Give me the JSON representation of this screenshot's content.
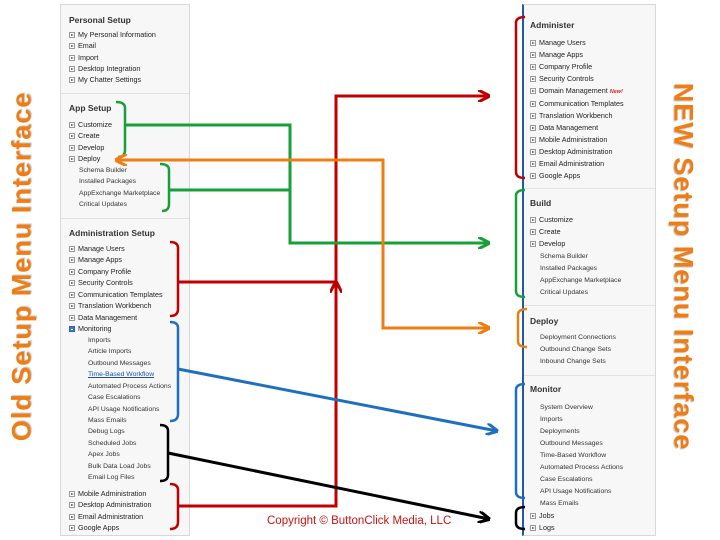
{
  "titles": {
    "old": "Old Setup Menu Interface",
    "new": "NEW Setup Menu Interface"
  },
  "copyright": "Copyright © ButtonClick Media, LLC",
  "old_menu": {
    "personal_setup": {
      "title": "Personal Setup",
      "items": [
        "My Personal Information",
        "Email",
        "Import",
        "Desktop Integration",
        "My Chatter Settings"
      ]
    },
    "app_setup": {
      "title": "App Setup",
      "items": [
        "Customize",
        "Create",
        "Develop",
        "Deploy"
      ],
      "subitems": [
        "Schema Builder",
        "Installed Packages",
        "AppExchange Marketplace",
        "Critical Updates"
      ]
    },
    "administration_setup": {
      "title": "Administration Setup",
      "items": [
        "Manage Users",
        "Manage Apps",
        "Company Profile",
        "Security Controls",
        "Communication Templates",
        "Translation Workbench",
        "Data Management"
      ],
      "monitoring": "Monitoring",
      "monitoring_items": [
        "Imports",
        "Article Imports",
        "Outbound Messages",
        "Time-Based Workflow",
        "Automated Process Actions",
        "Case Escalations",
        "API Usage Notifications",
        "Mass Emails",
        "Debug Logs",
        "Scheduled Jobs",
        "Apex Jobs",
        "Bulk Data Load Jobs",
        "Email Log Files"
      ],
      "bottom_items": [
        "Mobile Administration",
        "Desktop Administration",
        "Email Administration",
        "Google Apps"
      ]
    }
  },
  "new_menu": {
    "administer": {
      "title": "Administer",
      "items": [
        "Manage Users",
        "Manage Apps",
        "Company Profile",
        "Security Controls",
        "Domain Management",
        "Communication Templates",
        "Translation Workbench",
        "Data Management",
        "Mobile Administration",
        "Desktop Administration",
        "Email Administration",
        "Google Apps"
      ],
      "new_badge": "New!"
    },
    "build": {
      "title": "Build",
      "items": [
        "Customize",
        "Create",
        "Develop"
      ],
      "subitems": [
        "Schema Builder",
        "Installed Packages",
        "AppExchange Marketplace",
        "Critical Updates"
      ]
    },
    "deploy": {
      "title": "Deploy",
      "subitems": [
        "Deployment Connections",
        "Outbound Change Sets",
        "Inbound Change Sets"
      ]
    },
    "monitor": {
      "title": "Monitor",
      "subitems": [
        "System Overview",
        "Imports",
        "Deployments",
        "Outbound Messages",
        "Time-Based Workflow",
        "Automated Process Actions",
        "Case Escalations",
        "API Usage Notifications",
        "Mass Emails"
      ],
      "items": [
        "Jobs",
        "Logs"
      ]
    }
  },
  "colors": {
    "administer_link": "#c00000",
    "build_link": "#17a03a",
    "deploy_link": "#f07d14",
    "monitor_link": "#1f6fc0",
    "jobs_logs_link": "#000000",
    "title_orange": "#f07d14"
  }
}
